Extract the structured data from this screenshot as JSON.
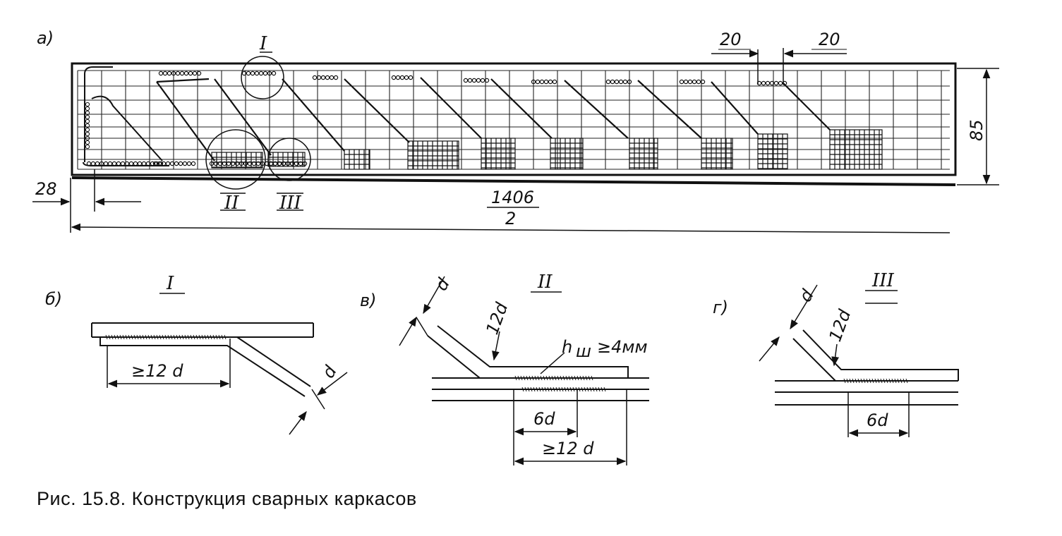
{
  "panels": {
    "a": {
      "label": "а)"
    },
    "b": {
      "label": "б)",
      "detail": "I"
    },
    "v": {
      "label": "в)",
      "detail": "II"
    },
    "g": {
      "label": "г)",
      "detail": "III"
    }
  },
  "callouts": [
    "I",
    "II",
    "III"
  ],
  "dimensions": {
    "spacing_left": "20",
    "spacing_right": "20",
    "height": "85",
    "offset": "28",
    "length_num": "1406",
    "length_den": "2",
    "lap_b": "≥12 d",
    "dia_b": "d",
    "dia_v": "d",
    "bend_v": "12d",
    "weld_v": "h",
    "weld_v_sub": "ш",
    "weld_v_rest": "≥4мм",
    "lap6_v": "6d",
    "lap12_v": "≥12 d",
    "dia_g": "d",
    "bend_g": "12d",
    "lap6_g": "6d"
  },
  "caption": "Рис. 15.8. Конструкция сварных каркасов",
  "colors": {
    "ink": "#111111",
    "paper": "#ffffff"
  }
}
